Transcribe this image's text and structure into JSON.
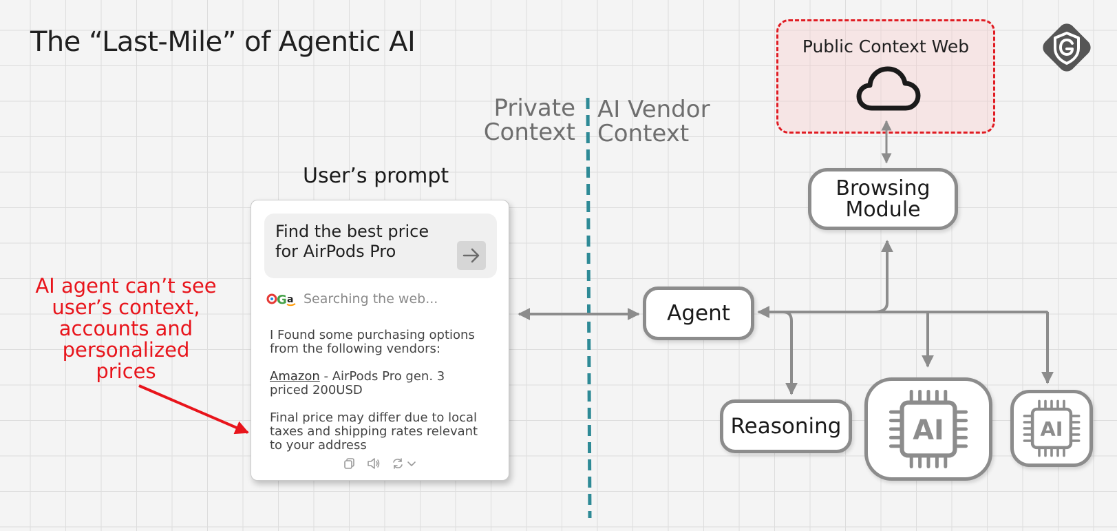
{
  "title": "The “Last-Mile” of Agentic AI",
  "logo": {
    "icon": "shield-g-logo-icon",
    "color": "#555555"
  },
  "public_context": {
    "label": "Public Context Web",
    "icon": "cloud-icon",
    "border_color": "#e01b22"
  },
  "contexts": {
    "private": [
      "Private",
      "Context"
    ],
    "vendor": [
      "AI Vendor",
      "Context"
    ],
    "divider_color": "#2e8a96"
  },
  "prompt_section": {
    "label": "User’s prompt",
    "prompt_lines": [
      "Find the best price",
      "for AirPods Pro"
    ],
    "send_icon": "arrow-right-icon",
    "status_icon": "ogga-logo-icon",
    "status_text": "Searching the web...",
    "message_1": [
      "I Found some purchasing options",
      "from the following vendors:"
    ],
    "vendor_name": "Amazon",
    "vendor_detail_1": " - AirPods Pro gen. 3",
    "vendor_detail_2": "priced 200USD",
    "message_3": [
      "Final price may differ due to local",
      "taxes and shipping rates relevant",
      "to your address"
    ],
    "action_icons": [
      "copy-icon",
      "speaker-icon",
      "refresh-icon",
      "chevron-down-icon"
    ]
  },
  "annotation": {
    "lines": [
      "AI agent can’t see",
      "user’s context,",
      "accounts and",
      "personalized",
      "prices"
    ],
    "color": "#e8141b"
  },
  "nodes": {
    "browsing": [
      "Browsing",
      "Module"
    ],
    "agent": "Agent",
    "reasoning": "Reasoning",
    "ai_chip_label": "AI"
  },
  "arrow_color": "#8c8c8c"
}
